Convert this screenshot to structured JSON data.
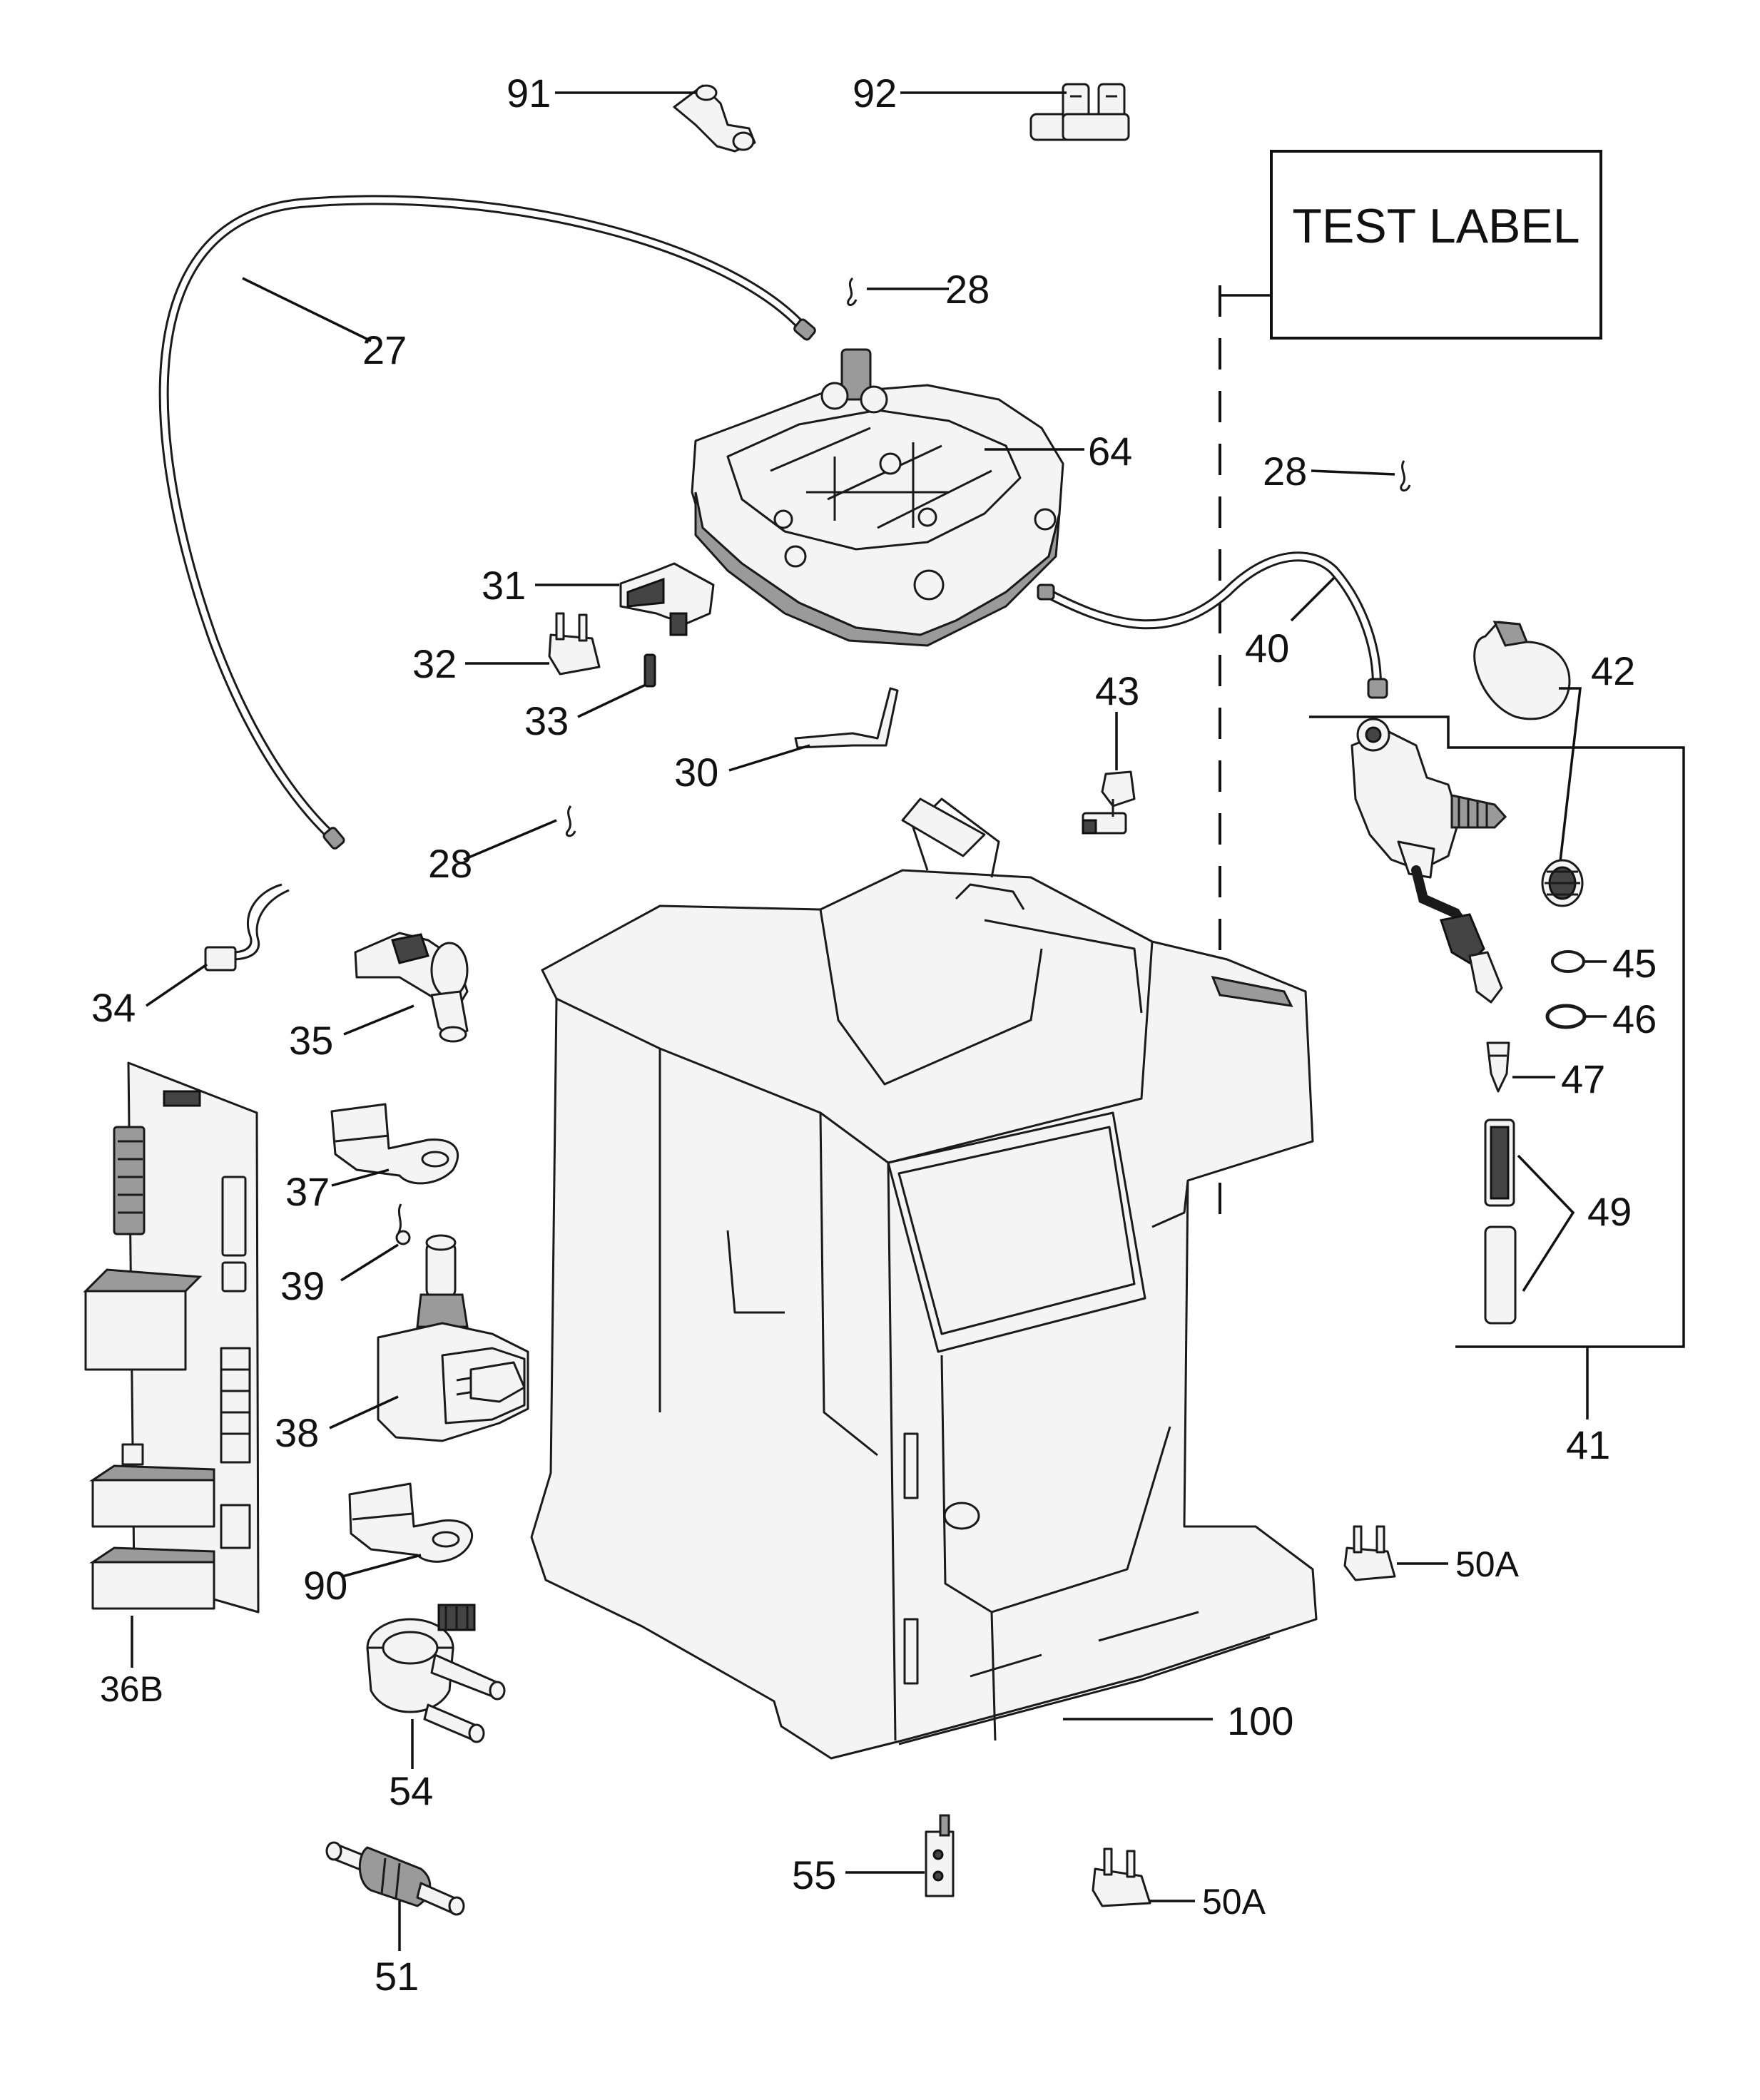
{
  "test_label": "TEST LABEL",
  "callouts": {
    "c91": "91",
    "c92": "92",
    "c28a": "28",
    "c27": "27",
    "c64": "64",
    "c28b": "28",
    "c31": "31",
    "c32": "32",
    "c33": "33",
    "c30": "30",
    "c40": "40",
    "c42": "42",
    "c43": "43",
    "c28c": "28",
    "c34": "34",
    "c35": "35",
    "c45": "45",
    "c46": "46",
    "c47": "47",
    "c37": "37",
    "c49": "49",
    "c39": "39",
    "c38": "38",
    "c41": "41",
    "c90": "90",
    "c50a1": "50A",
    "c36b": "36B",
    "c100": "100",
    "c54": "54",
    "c55": "55",
    "c50a2": "50A",
    "c51": "51"
  }
}
